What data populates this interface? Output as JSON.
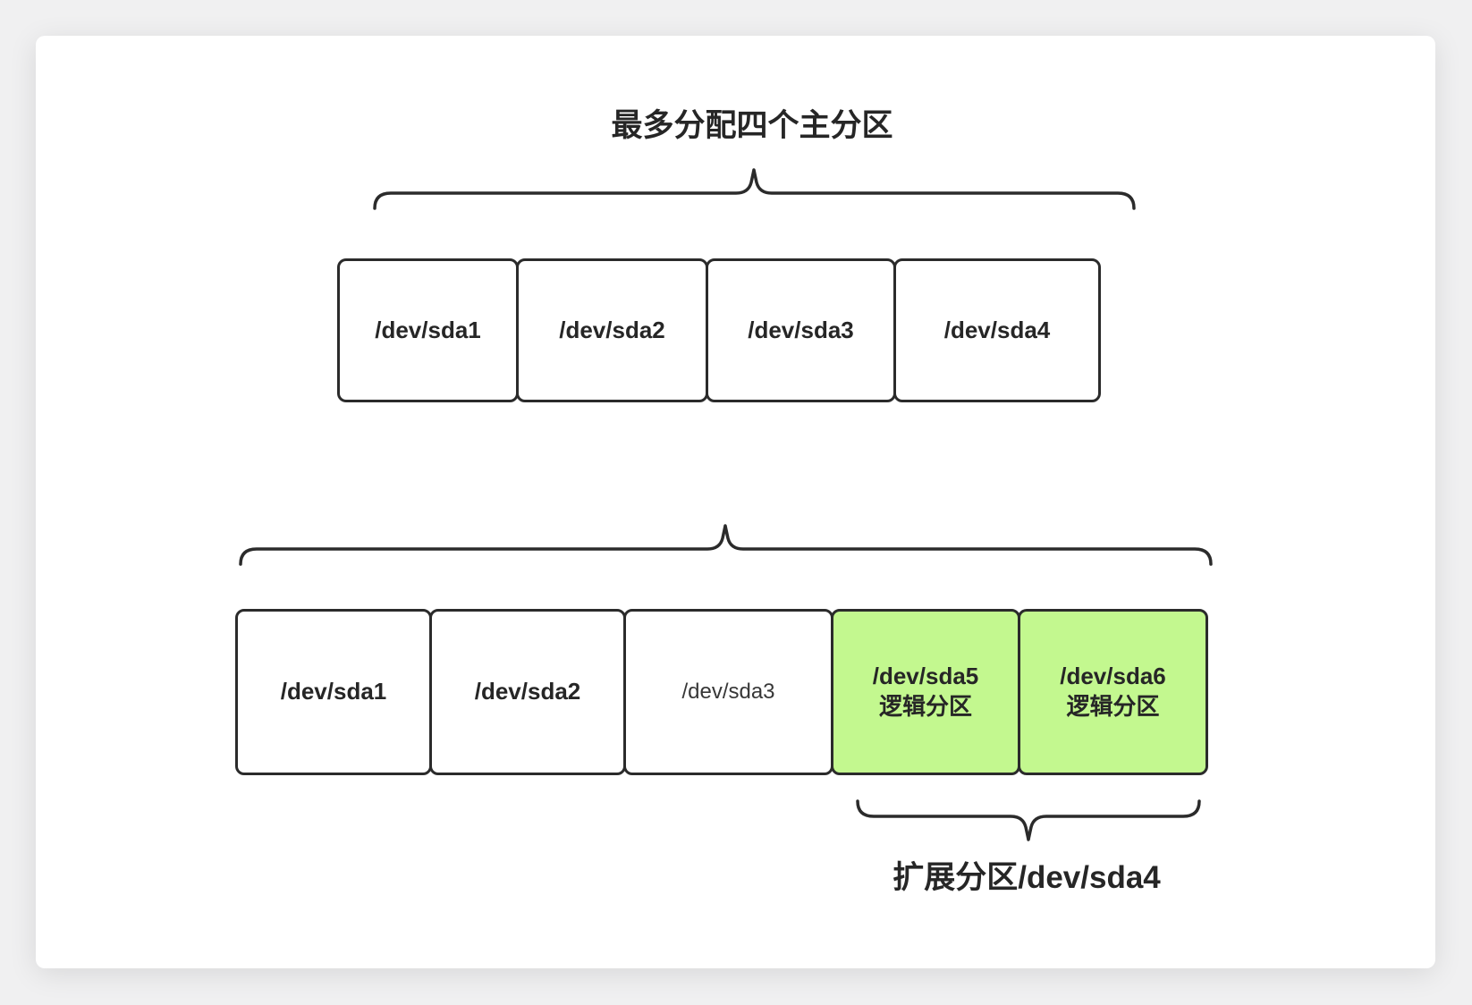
{
  "title": "最多分配四个主分区",
  "bottom_label": "扩展分区/dev/sda4",
  "primary_row": {
    "boxes": [
      {
        "label": "/dev/sda1"
      },
      {
        "label": "/dev/sda2"
      },
      {
        "label": "/dev/sda3"
      },
      {
        "label": "/dev/sda4"
      }
    ]
  },
  "extended_row": {
    "boxes": [
      {
        "label": "/dev/sda1"
      },
      {
        "label": "/dev/sda2"
      },
      {
        "label": "/dev/sda3"
      },
      {
        "label": "/dev/sda5",
        "sublabel": "逻辑分区"
      },
      {
        "label": "/dev/sda6",
        "sublabel": "逻辑分区"
      }
    ]
  },
  "colors": {
    "logical_fill": "#c3f88f",
    "stroke": "#2b2b2b",
    "page_bg": "#f0f0f1"
  }
}
